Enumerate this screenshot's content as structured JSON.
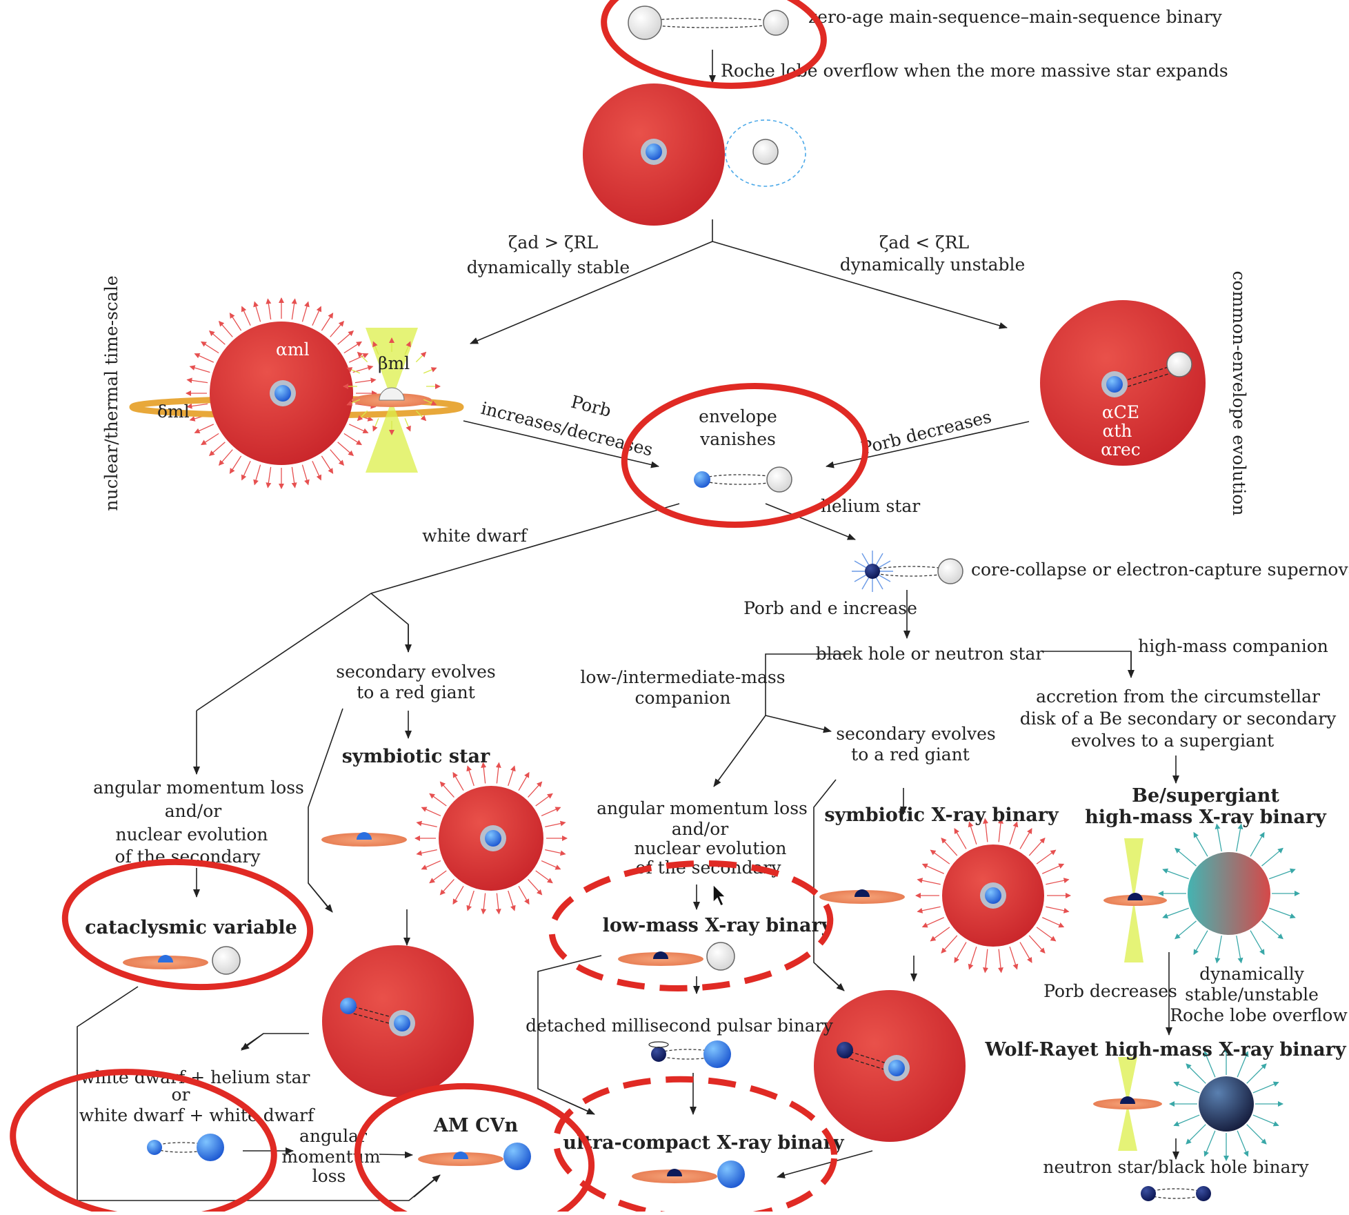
{
  "colors": {
    "giant_red": "#d9302e",
    "giant_dark": "#b3201f",
    "annotation_red": "#e02a24",
    "disk_orange": "#e8875a",
    "accretor_blue": "#2a6fe0",
    "compact_navy": "#0c1a5a",
    "cone_yellow": "#d8ec3a",
    "be_teal": "#4fb0b0",
    "orbit_ring": "#e8a83a",
    "wind_teal": "#3aa8a8"
  },
  "icons": [
    "main-sequence-star-icon",
    "giant-star-icon",
    "white-dwarf-icon",
    "neutron-star-icon",
    "accretion-disk-icon",
    "wind-arrow-icon",
    "mouse-cursor-icon"
  ],
  "labels": {
    "zams": "zero-age main-sequence–main-sequence binary",
    "rlof": "Roche lobe overflow when the more massive star expands",
    "stable_cond": "ζad > ζRL",
    "stable": "dynamically stable",
    "unstable_cond": "ζad < ζRL",
    "unstable": "dynamically unstable",
    "nuclear_timescale": "nuclear/thermal time-scale",
    "alpha_ml": "αml",
    "beta_ml": "βml",
    "delta_ml": "δml",
    "porb_sym": "Porb",
    "porb_incdec": "increases/decreases",
    "porb_decreases": "Porb decreases",
    "envelope_vanishes_1": "envelope",
    "envelope_vanishes_2": "vanishes",
    "alpha_ce": "αCE",
    "alpha_th": "αth",
    "alpha_rec": "αrec",
    "common_envelope": "common-envelope evolution",
    "white_dwarf": "white dwarf",
    "helium_star": "helium star",
    "supernova": "core-collapse or electron-capture supernova",
    "porb_e_increase": "Porb and e increase",
    "bh_ns": "black hole or neutron star",
    "high_mass_companion": "high-mass companion",
    "low_int_mass_1": "low-/intermediate-mass",
    "low_int_mass_2": "companion",
    "sec_red_giant_1": "secondary evolves",
    "sec_red_giant_2": "to a red giant",
    "symbiotic_star": "symbiotic star",
    "be_accretion_1": "accretion from the circumstellar",
    "be_accretion_2": "disk of a Be secondary or secondary",
    "be_accretion_3": "evolves to a supergiant",
    "sec_red_giant_b1": "secondary evolves",
    "sec_red_giant_b2": "to a red giant",
    "be_supergiant_1": "Be/supergiant",
    "be_supergiant_2": "high-mass X-ray binary",
    "symbiotic_xrb": "symbiotic X-ray binary",
    "aml_left_1": "angular momentum loss",
    "aml_left_2": "and/or",
    "aml_left_3": "nuclear evolution",
    "aml_left_4": "of the secondary",
    "aml_mid_1": "angular momentum loss",
    "aml_mid_2": "and/or",
    "aml_mid_3": "nuclear evolution",
    "aml_mid_4": "of the secondary",
    "cataclysmic_variable": "cataclysmic variable",
    "lmxb": "low-mass X-ray binary",
    "dynamical_1": "dynamically",
    "dynamical_2": "stable/unstable",
    "dynamical_3": "Roche lobe overflow",
    "porb_decreases_right": "Porb decreases",
    "msp_binary": "detached millisecond pulsar binary",
    "wolf_rayet": "Wolf-Rayet high-mass X-ray binary",
    "wd_he_1": "white dwarf + helium star",
    "wd_he_or": "or",
    "wd_wd": "white dwarf + white dwarf",
    "aml_short_1": "angular",
    "aml_short_2": "momentum",
    "aml_short_3": "loss",
    "am_cvn": "AM CVn",
    "ucxb": "ultra-compact X-ray binary",
    "ns_bh_binary": "neutron star/black hole binary"
  }
}
